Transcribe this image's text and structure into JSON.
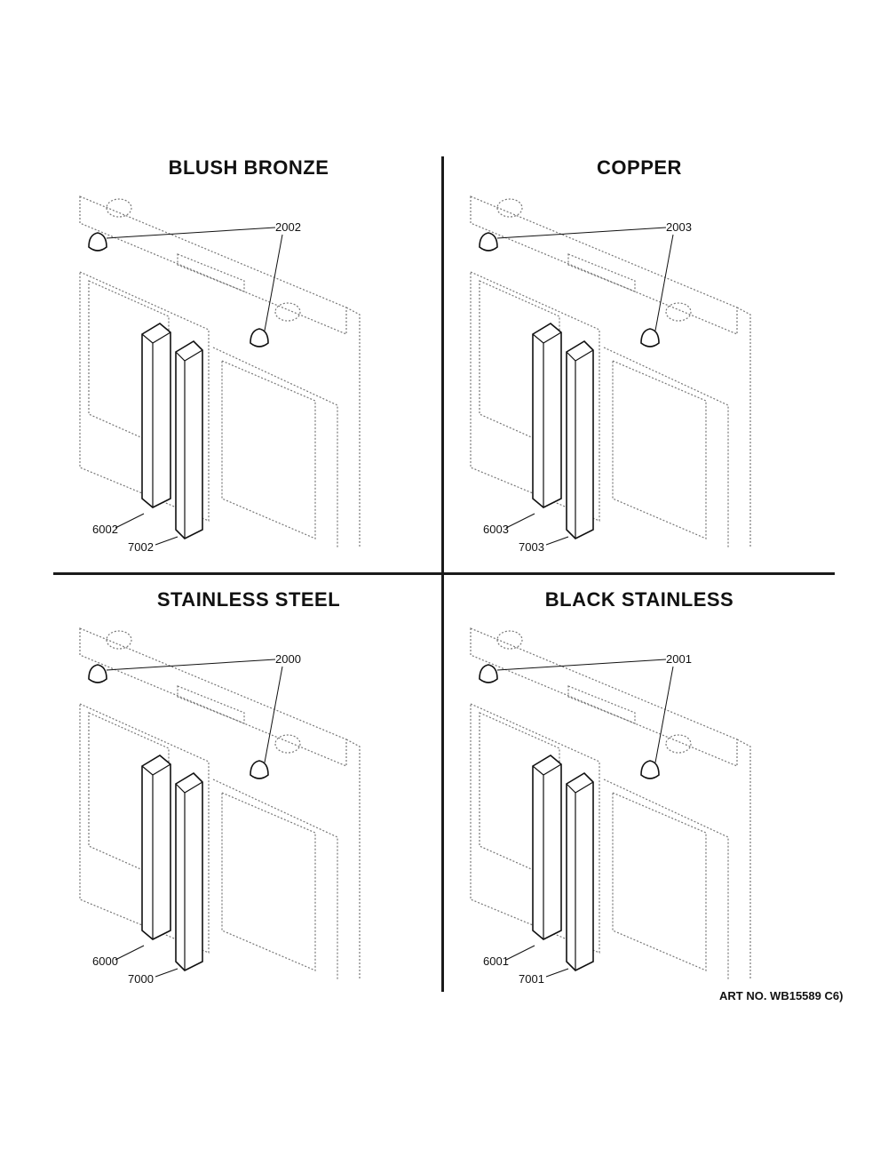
{
  "quadrants": [
    {
      "title": "BLUSH BRONZE",
      "knob": "2002",
      "handle_left": "6002",
      "handle_right": "7002"
    },
    {
      "title": "COPPER",
      "knob": "2003",
      "handle_left": "6003",
      "handle_right": "7003"
    },
    {
      "title": "STAINLESS STEEL",
      "knob": "2000",
      "handle_left": "6000",
      "handle_right": "7000"
    },
    {
      "title": "BLACK STAINLESS",
      "knob": "2001",
      "handle_left": "6001",
      "handle_right": "7001"
    }
  ],
  "art_no": "ART NO. WB15589 C6)",
  "colors": {
    "line": "#111111",
    "dash": "#777777"
  }
}
